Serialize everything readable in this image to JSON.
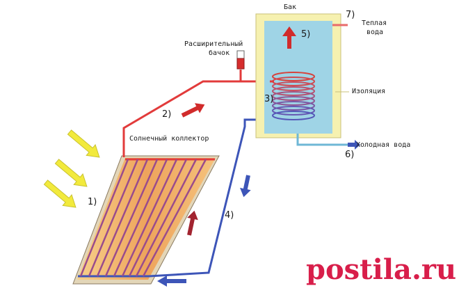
{
  "labels": {
    "tank": "Бак",
    "expansion_line1": "Расширительный",
    "expansion_line2": "бачок",
    "warm_line1": "Теплая",
    "warm_line2": "вода",
    "insulation": "Изоляция",
    "cold_water": "Холодная вода",
    "collector": "Солнечный коллектор"
  },
  "numbers": {
    "n1": "1)",
    "n2": "2)",
    "n3": "3)",
    "n4": "4)",
    "n5": "5)",
    "n6": "6)",
    "n7": "7)"
  },
  "watermark": "postila.ru",
  "colors": {
    "hot": "#e23b3b",
    "cold": "#3d55b8",
    "sun_arrow": "#f2ea3c",
    "tank_outer": "#f6f1b0",
    "tank_inner": "#9fd4e6",
    "collector": "#f0b26a",
    "watermark": "#d81e4a"
  }
}
